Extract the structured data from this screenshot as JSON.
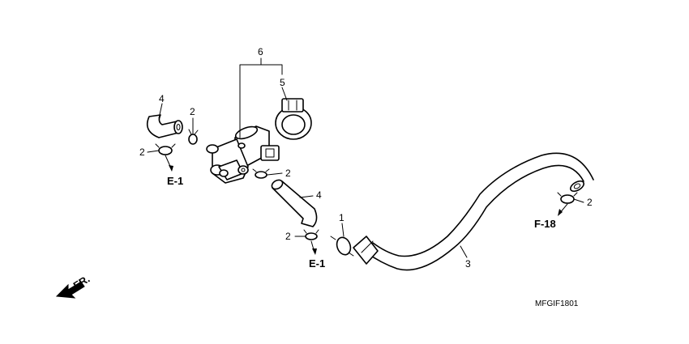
{
  "callouts": {
    "c1": "1",
    "c2a": "2",
    "c2b": "2",
    "c2c": "2",
    "c2d": "2",
    "c2e": "2",
    "c3": "3",
    "c4a": "4",
    "c4b": "4",
    "c5": "5",
    "c6": "6"
  },
  "refs": {
    "e1_left": "E-1",
    "e1_bottom": "E-1",
    "f18": "F-18"
  },
  "front_marker": "FR.",
  "diagram_code": "MFGIF1801"
}
